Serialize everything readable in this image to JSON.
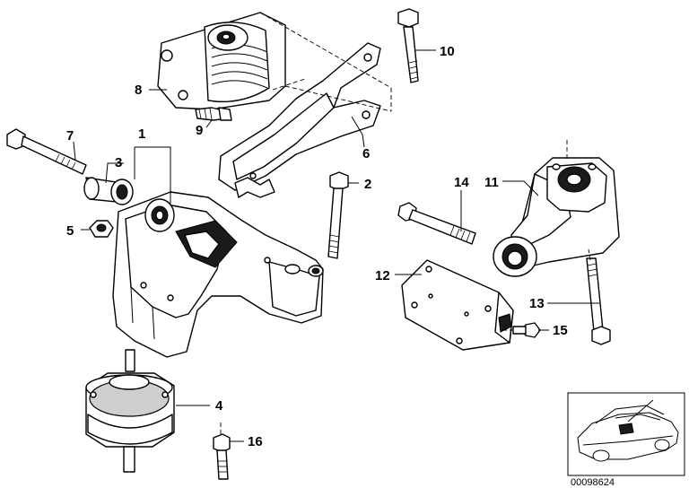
{
  "diagram": {
    "callouts": {
      "c1": "1",
      "c2": "2",
      "c3": "3",
      "c4": "4",
      "c5": "5",
      "c6": "6",
      "c7": "7",
      "c8": "8",
      "c9": "9",
      "c10": "10",
      "c11": "11",
      "c12": "12",
      "c13": "13",
      "c14": "14",
      "c15": "15",
      "c16": "16"
    },
    "document_number": "00098624"
  }
}
